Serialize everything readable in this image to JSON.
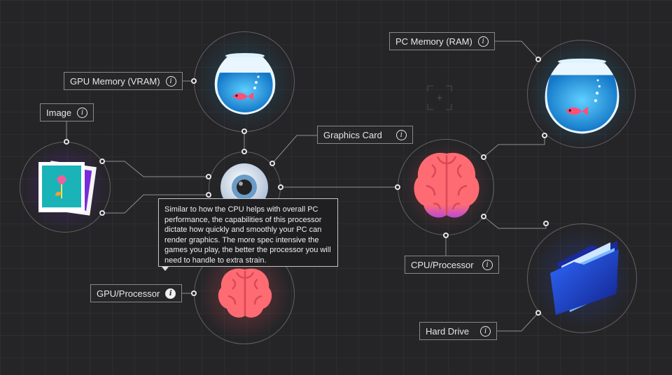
{
  "nodes": {
    "image": {
      "label": "Image",
      "info": "i"
    },
    "gpu_memory": {
      "label": "GPU Memory (VRAM)",
      "info": "i"
    },
    "graphics_card": {
      "label": "Graphics Card",
      "info": "i"
    },
    "gpu_processor": {
      "label": "GPU/Processor",
      "info": "i"
    },
    "pc_memory": {
      "label": "PC Memory (RAM)",
      "info": "i"
    },
    "cpu_processor": {
      "label": "CPU/Processor",
      "info": "i"
    },
    "hard_drive": {
      "label": "Hard Drive",
      "info": "i"
    }
  },
  "tooltip": {
    "text": "Similar to how the CPU helps with overall PC performance, the capabilities of this processor dictate how quickly and smoothly your PC can render graphics. The more spec intensive the games you play, the better the processor you will need to handle to extra strain."
  },
  "icons": {
    "image": "photo-stack-icon",
    "gpu_memory": "fishbowl-icon",
    "graphics_card": "eye-icon",
    "gpu_processor": "brain-icon",
    "pc_memory": "fishbowl-icon",
    "cpu_processor": "brain-icon",
    "hard_drive": "folder-icon"
  },
  "colors": {
    "background": "#252528",
    "line": "#9a9a9a",
    "brain": "#ff6b72",
    "water": "#1ea3e0",
    "folder": "#1d3fd0"
  }
}
